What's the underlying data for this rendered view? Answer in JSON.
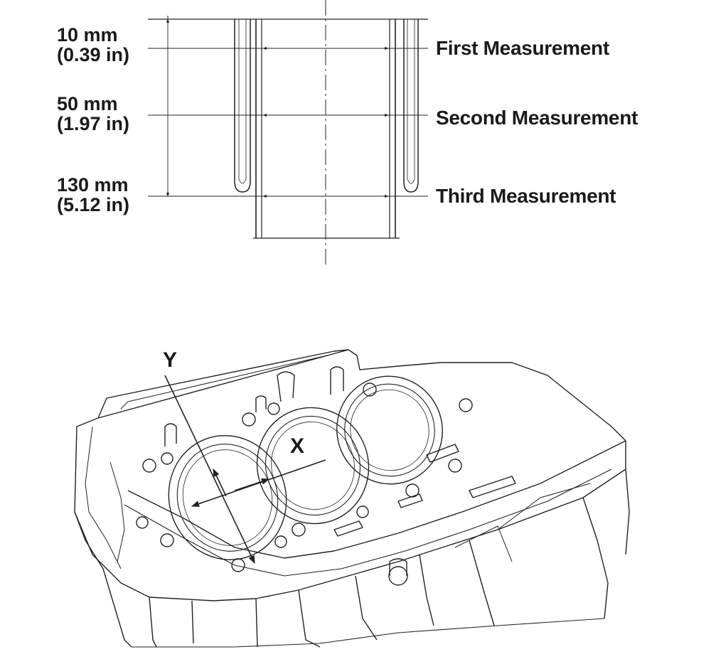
{
  "depth_labels": [
    {
      "mm": "10 mm",
      "in": "(0.39 in)"
    },
    {
      "mm": "50 mm",
      "in": "(1.97 in)"
    },
    {
      "mm": "130 mm",
      "in": "(5.12 in)"
    }
  ],
  "measurements": [
    "First Measurement",
    "Second Measurement",
    "Third Measurement"
  ],
  "axes": {
    "x": "X",
    "y": "Y"
  }
}
